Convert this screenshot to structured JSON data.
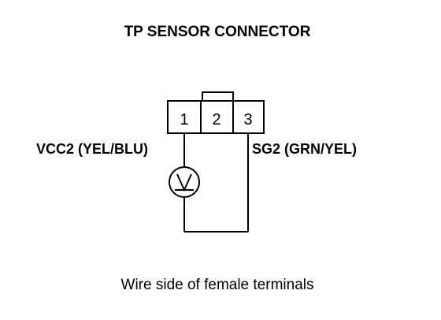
{
  "title": "TP SENSOR CONNECTOR",
  "connector": {
    "pins": [
      {
        "number": "1"
      },
      {
        "number": "2"
      },
      {
        "number": "3"
      }
    ]
  },
  "wires": {
    "left_label": "VCC2 (YEL/BLU)",
    "right_label": "SG2 (GRN/YEL)"
  },
  "meter": {
    "icon": "voltmeter-icon",
    "symbol": "V"
  },
  "caption": "Wire side of female terminals"
}
